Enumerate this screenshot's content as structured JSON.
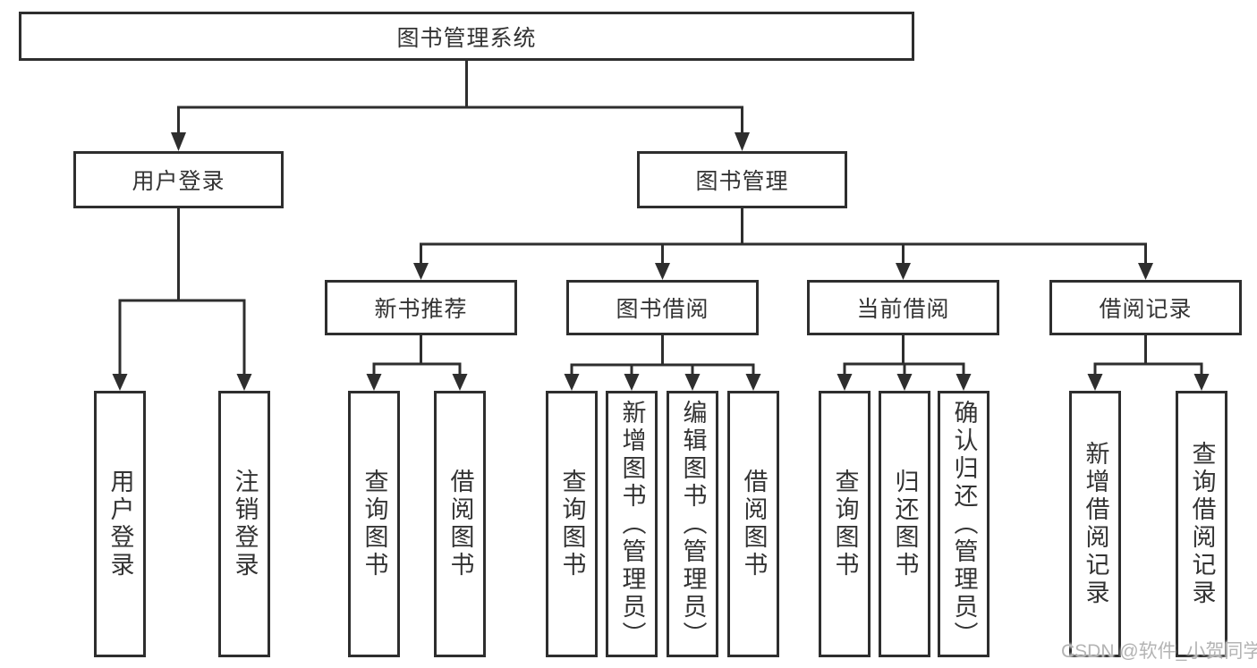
{
  "diagram": {
    "title_node": "图书管理系统",
    "nodes": {
      "user_login": "用户登录",
      "book_mgmt": "图书管理",
      "new_books": "新书推荐",
      "book_borrow": "图书借阅",
      "current_borrow": "当前借阅",
      "borrow_records": "借阅记录"
    },
    "leaves": {
      "user_login": [
        "用户登录",
        "注销登录"
      ],
      "new_books": [
        "查询图书",
        "借阅图书"
      ],
      "book_borrow": [
        "查询图书",
        "新增图书（管理员）",
        "编辑图书（管理员）",
        "借阅图书"
      ],
      "current_borrow": [
        "查询图书",
        "归还图书",
        "确认归还（管理员）"
      ],
      "borrow_records": [
        "新增借阅记录",
        "查询借阅记录"
      ]
    },
    "watermark": "CSDN @软件_小贺同学",
    "colors": {
      "line": "#2e2e2e",
      "text": "#333333",
      "watermark": "#b4b4b4",
      "background": "#ffffff"
    }
  }
}
